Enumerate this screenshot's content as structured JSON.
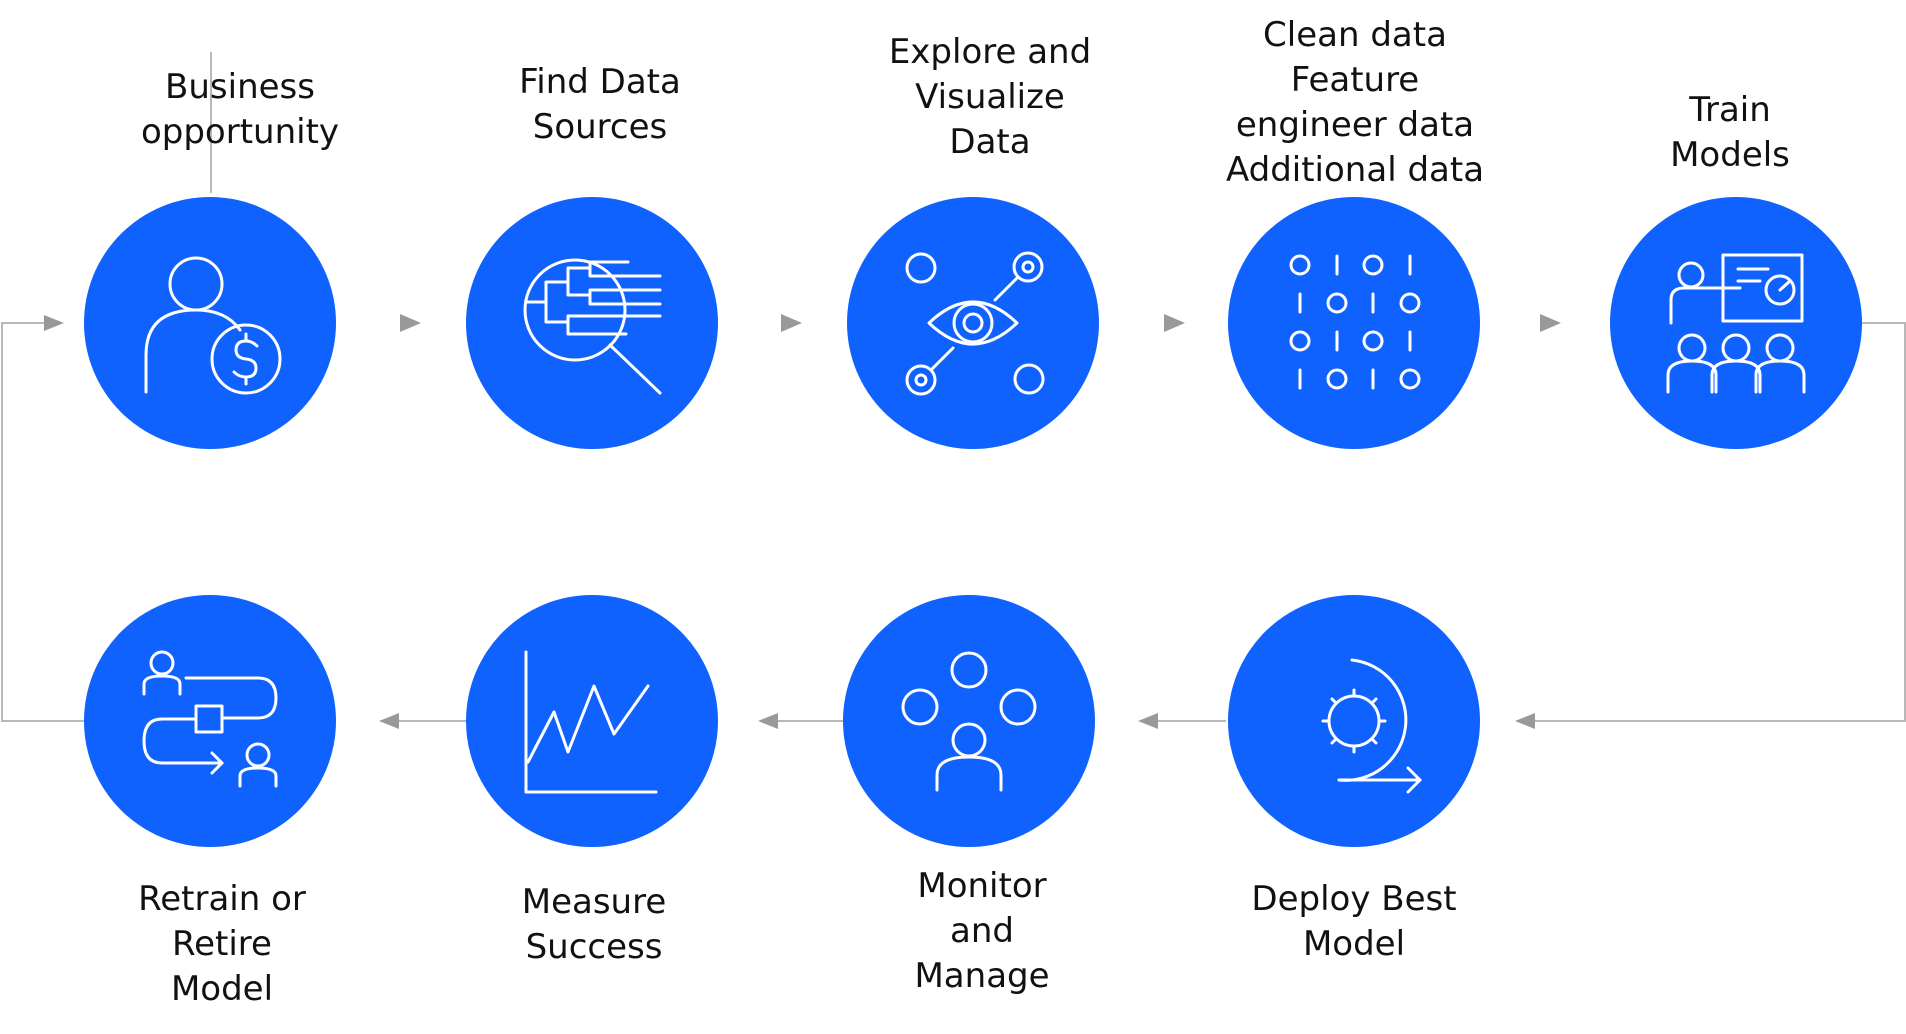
{
  "colors": {
    "circle": "#0f62fe",
    "icon": "#ffffff",
    "arrow": "#999999",
    "connector": "#b8b8b8"
  },
  "steps": [
    {
      "lines": [
        "Business",
        "opportunity"
      ],
      "icon": "person-dollar-icon"
    },
    {
      "lines": [
        "Find Data",
        "Sources"
      ],
      "icon": "data-search-icon"
    },
    {
      "lines": [
        "Explore and",
        "Visualize",
        "Data"
      ],
      "icon": "eye-network-icon"
    },
    {
      "lines": [
        "Clean data",
        "Feature",
        "engineer data",
        "Additional data"
      ],
      "icon": "binary-data-icon"
    },
    {
      "lines": [
        "Train",
        "Models"
      ],
      "icon": "presentation-training-icon"
    },
    {
      "lines": [
        "Deploy Best",
        "Model"
      ],
      "icon": "gear-cycle-icon"
    },
    {
      "lines": [
        "Monitor",
        "and",
        "Manage"
      ],
      "icon": "people-network-icon"
    },
    {
      "lines": [
        "Measure",
        "Success"
      ],
      "icon": "line-chart-icon"
    },
    {
      "lines": [
        "Retrain or",
        "Retire",
        "Model"
      ],
      "icon": "workflow-handoff-icon"
    }
  ]
}
